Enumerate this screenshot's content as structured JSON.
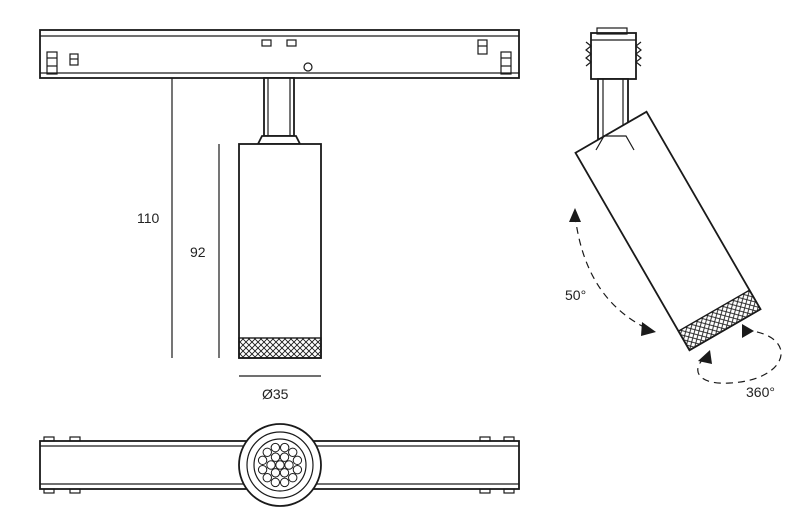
{
  "dimensions": {
    "total_height": "110",
    "body_height": "92",
    "diameter": "Ø35"
  },
  "angles": {
    "tilt": "50°",
    "rotation": "360°"
  },
  "colors": {
    "line": "#1a1a1a",
    "background": "#ffffff"
  }
}
